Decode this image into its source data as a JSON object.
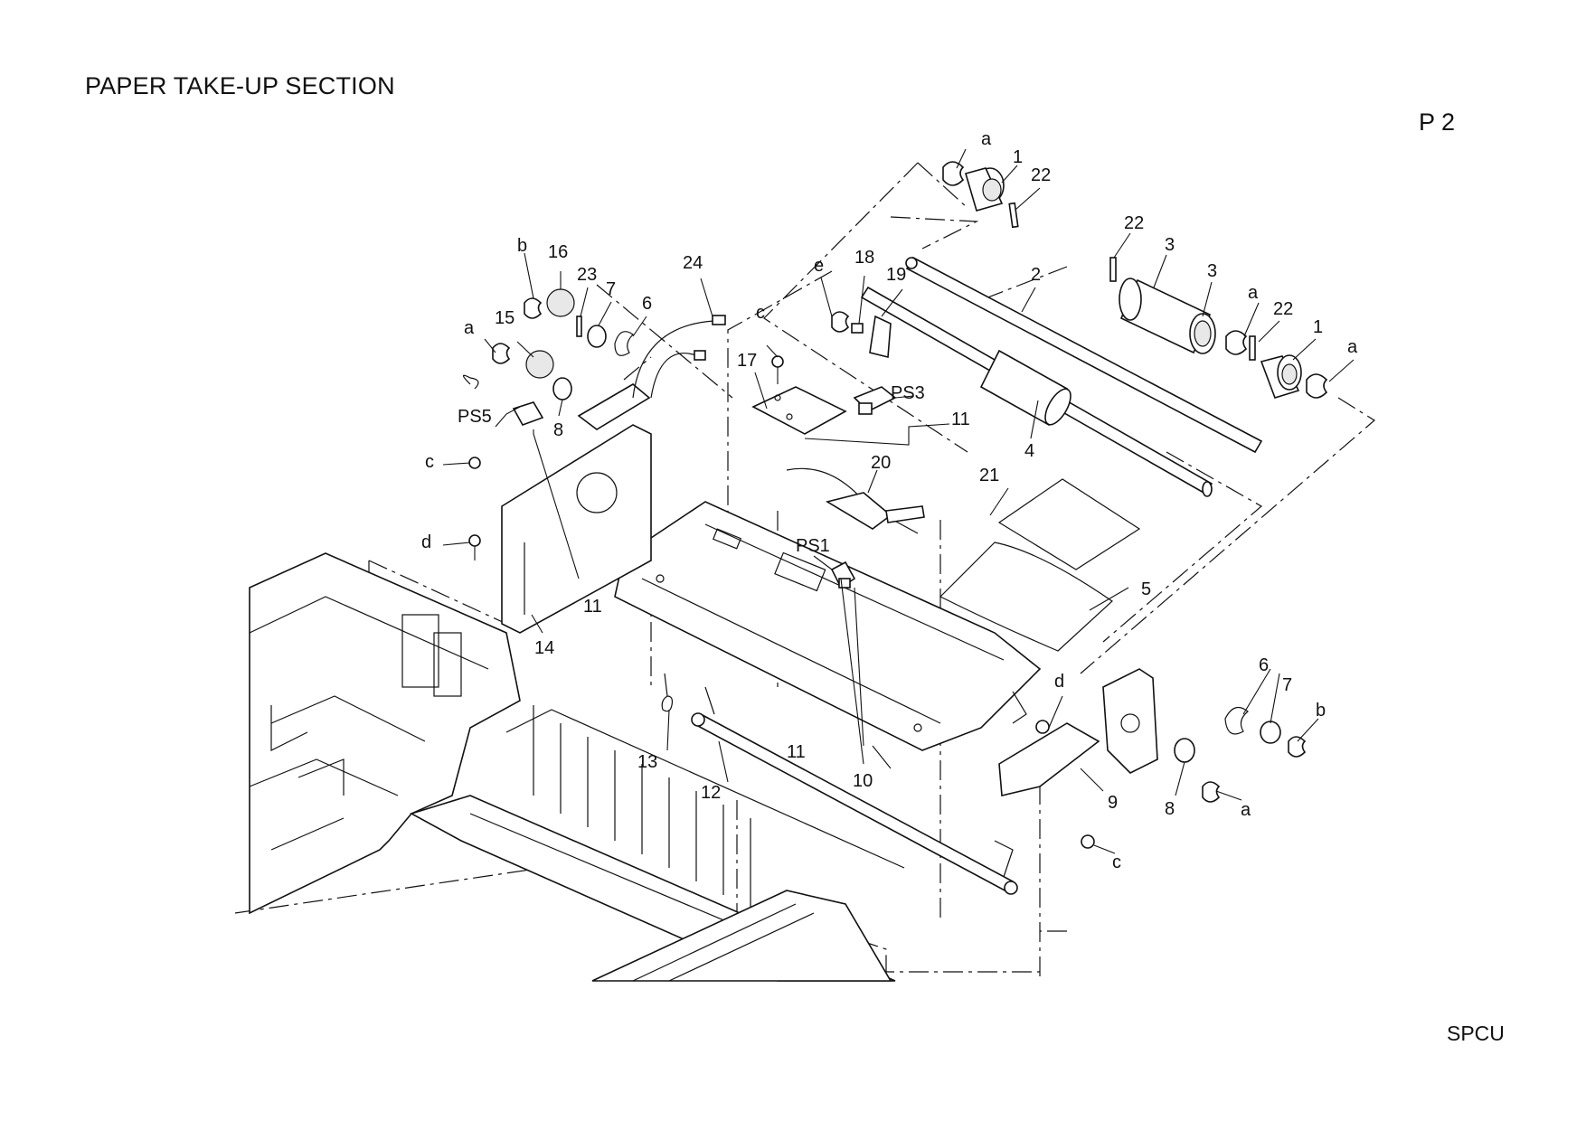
{
  "title": "PAPER TAKE-UP SECTION",
  "page_number": "P 2",
  "document_code": "SPCU",
  "callouts": {
    "a_1": "a",
    "n1_1": "1",
    "n22_1": "22",
    "n22_2": "22",
    "n3_1": "3",
    "n3_2": "3",
    "a_2": "a",
    "n22_3": "22",
    "n1_2": "1",
    "a_3": "a",
    "n2": "2",
    "n4": "4",
    "n21": "21",
    "n5": "5",
    "b_1": "b",
    "n16": "16",
    "n23": "23",
    "n7_1": "7",
    "n6_1": "6",
    "n24": "24",
    "a_4": "a",
    "n15": "15",
    "n8_1": "8",
    "ps5": "PS5",
    "e": "e",
    "n18": "18",
    "n19": "19",
    "c_1": "c",
    "n17": "17",
    "ps3": "PS3",
    "n11_1": "11",
    "n20": "20",
    "c_2": "c",
    "d_1": "d",
    "ps1": "PS1",
    "n11_2": "11",
    "n14": "14",
    "n13": "13",
    "n12": "12",
    "n11_3": "11",
    "n10": "10",
    "d_2": "d",
    "n6_2": "6",
    "n7_2": "7",
    "b_2": "b",
    "n9": "9",
    "n8_2": "8",
    "a_5": "a",
    "c_3": "c"
  }
}
